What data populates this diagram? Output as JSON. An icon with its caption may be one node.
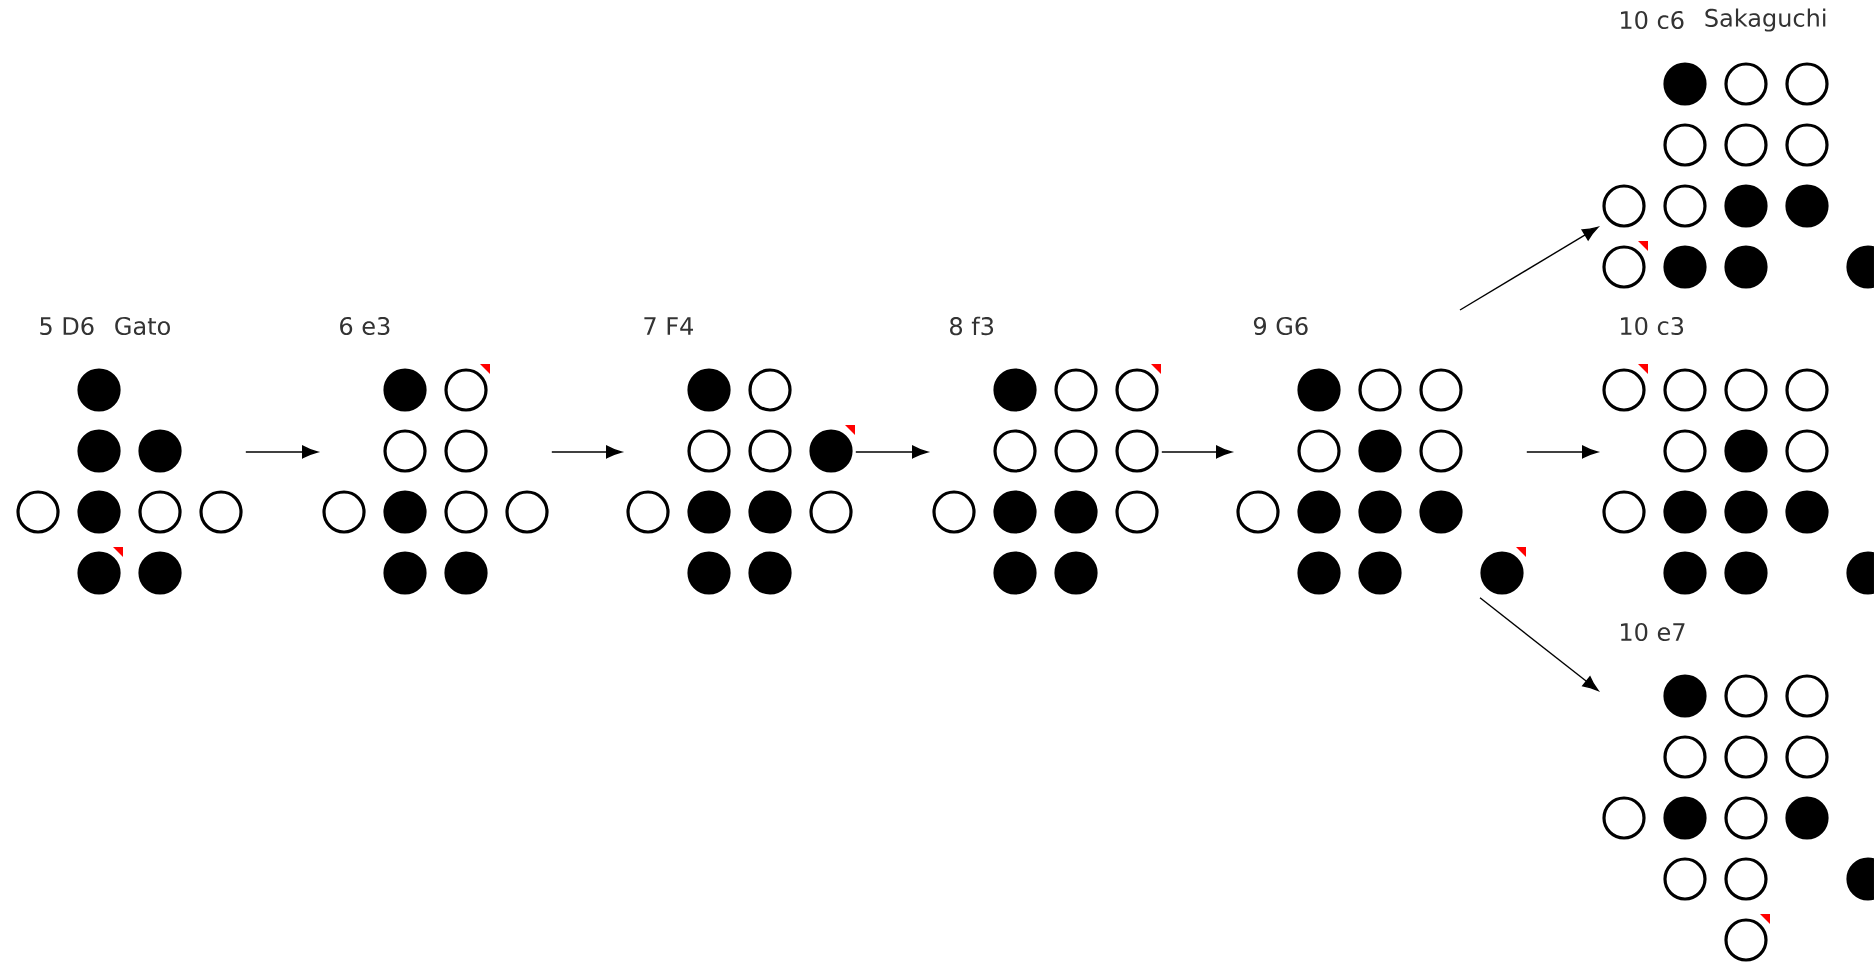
{
  "diagram": {
    "nodes": [
      {
        "text": [
          "5 D6",
          "Gato"
        ]
      },
      {
        "text": [
          "6 e3"
        ]
      },
      {
        "text": [
          "7 F4"
        ]
      },
      {
        "text": [
          "8 f3"
        ]
      },
      {
        "text": [
          "9 G6"
        ]
      },
      {
        "text": [
          "10 c6",
          "Sakaguchi"
        ]
      },
      {
        "text": [
          "10 c3"
        ]
      },
      {
        "text": [
          "10 e7"
        ]
      }
    ],
    "edges": [
      {
        "from": 0,
        "to": 1,
        "arrow": "to"
      },
      {
        "from": 1,
        "to": 2,
        "arrow": "to"
      },
      {
        "from": 2,
        "to": 3,
        "arrow": "to"
      },
      {
        "from": 3,
        "to": 4,
        "arrow": "to"
      },
      {
        "from": 4,
        "to": 5,
        "arrow": "to"
      },
      {
        "from": 4,
        "to": 6,
        "arrow": "to"
      },
      {
        "from": 4,
        "to": 7,
        "arrow": "to"
      }
    ]
  }
}
